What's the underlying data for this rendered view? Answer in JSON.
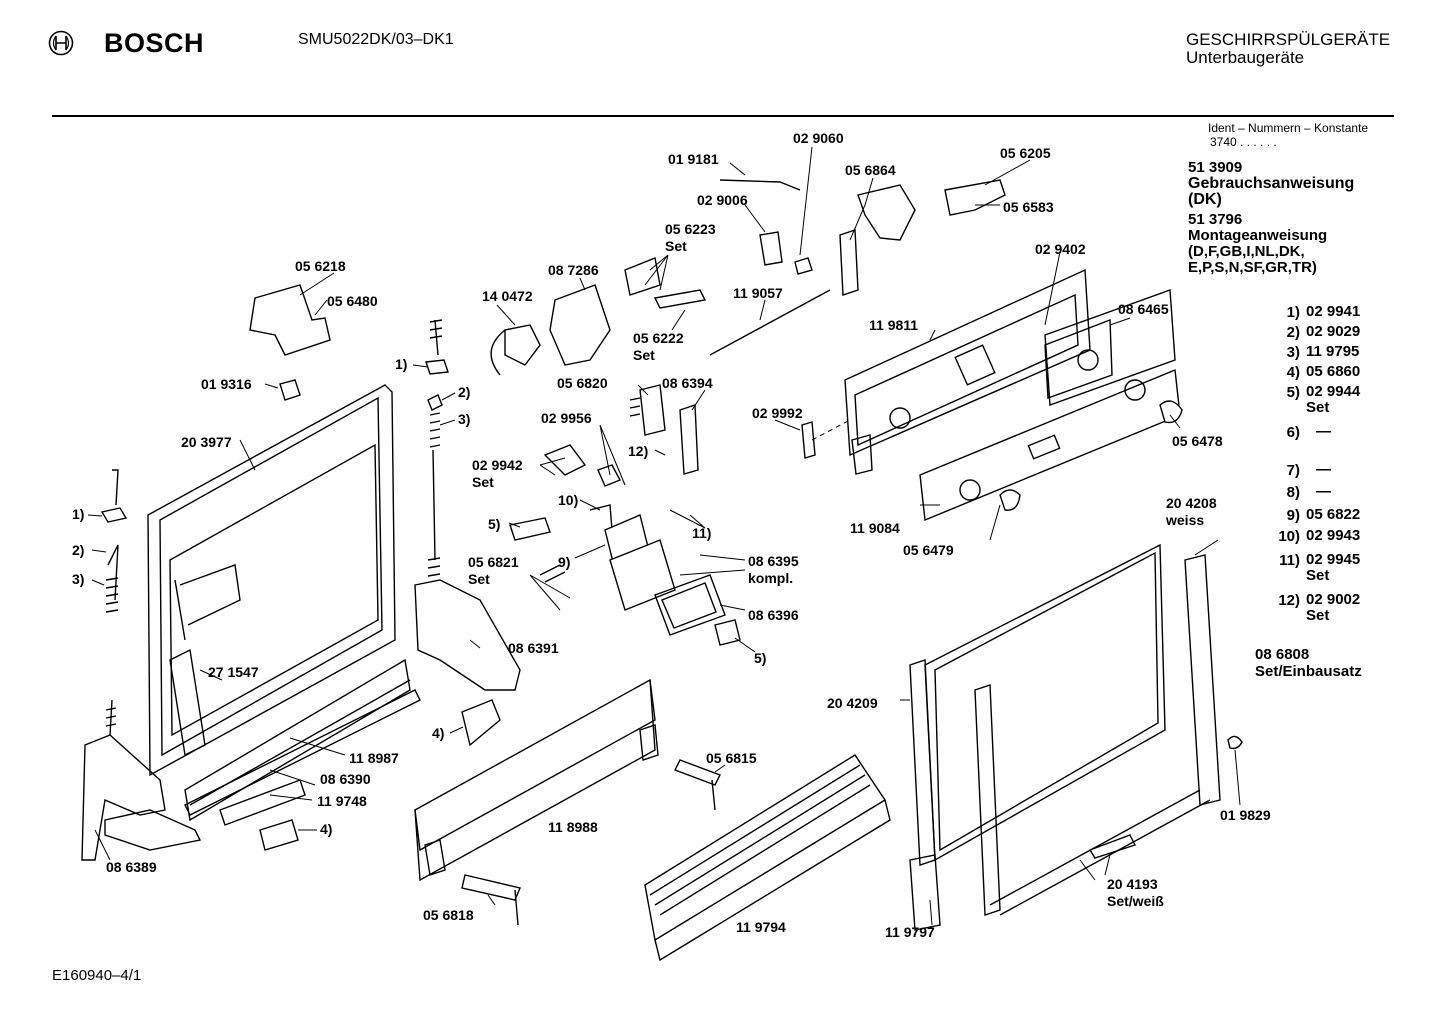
{
  "header": {
    "brand": "BOSCH",
    "model": "SMU5022DK/03–DK1",
    "category_line1": "GESCHIRRSPÜLGERÄTE",
    "category_line2": "Unterbaugeräte"
  },
  "ident": {
    "line1": "Ident – Nummern – Konstante",
    "line2": "3740 . . . . . ."
  },
  "notes": {
    "item1_number": "51 3909",
    "item1_title": "Gebrauchsanweisung",
    "item1_lang": "(DK)",
    "item2_number": "51 3796",
    "item2_title": "Montageanweisung",
    "item2_lang1": "(D,F,GB,I,NL,DK,",
    "item2_lang2": "E,P,S,N,SF,GR,TR)"
  },
  "legend": [
    {
      "key": "1)",
      "value": "02 9941",
      "extra": ""
    },
    {
      "key": "2)",
      "value": "02 9029",
      "extra": ""
    },
    {
      "key": "3)",
      "value": "11 9795",
      "extra": ""
    },
    {
      "key": "4)",
      "value": "05 6860",
      "extra": ""
    },
    {
      "key": "5)",
      "value": "02 9944",
      "extra": "Set"
    },
    {
      "key": "6)",
      "value": "—",
      "extra": ""
    },
    {
      "key": "7)",
      "value": "—",
      "extra": ""
    },
    {
      "key": "8)",
      "value": "—",
      "extra": ""
    },
    {
      "key": "9)",
      "value": "05 6822",
      "extra": ""
    },
    {
      "key": "10)",
      "value": "02 9943",
      "extra": ""
    },
    {
      "key": "11)",
      "value": "02 9945",
      "extra": "Set"
    },
    {
      "key": "12)",
      "value": "02 9002",
      "extra": "Set"
    }
  ],
  "set_note": {
    "line1": "08 6808",
    "line2": "Set/Einbausatz"
  },
  "footer": "E160940–4/1",
  "labels": {
    "p029060": "02 9060",
    "p019181": "01 9181",
    "p056864": "05 6864",
    "p056205": "05 6205",
    "p029006": "02 9006",
    "p056583": "05 6583",
    "p056223": "05 6223",
    "p056223set": "Set",
    "p056218": "05 6218",
    "p087286": "08 7286",
    "p029402": "02 9402",
    "p056480": "05 6480",
    "p140472": "14 0472",
    "p119057": "11 9057",
    "p086465": "08 6465",
    "p056222": "05 6222",
    "p056222set": "Set",
    "p119811": "11 9811",
    "p019316": "01 9316",
    "p056820": "05 6820",
    "p086394": "08 6394",
    "p203977": "20 3977",
    "p029956": "02 9956",
    "p029992": "02 9992",
    "p056478": "05 6478",
    "p029942": "02 9942",
    "p029942set": "Set",
    "p204208": "20 4208",
    "p204208b": "weiss",
    "p119084": "11 9084",
    "p056479": "05 6479",
    "p056821": "05 6821",
    "p056821set": "Set",
    "p086395": "08 6395",
    "p086395b": "kompl.",
    "p086396": "08 6396",
    "p086391": "08 6391",
    "p271547": "27 1547",
    "p204209": "20 4209",
    "p118987": "11 8987",
    "p056815": "05 6815",
    "p086390": "08 6390",
    "p119748": "11 9748",
    "p118988": "11 8988",
    "p019829": "01 9829",
    "p086389": "08 6389",
    "p204193": "20 4193",
    "p204193set": "Set/weiß",
    "p056818": "05 6818",
    "p119794": "11 9794",
    "p119797": "11 9797",
    "c1a": "1)",
    "c1b": "1)",
    "c2a": "2)",
    "c2b": "2)",
    "c3a": "3)",
    "c3b": "3)",
    "c4a": "4)",
    "c4b": "4)",
    "c5a": "5)",
    "c5b": "5)",
    "c9": "9)",
    "c10": "10)",
    "c11": "11)",
    "c12": "12)"
  }
}
